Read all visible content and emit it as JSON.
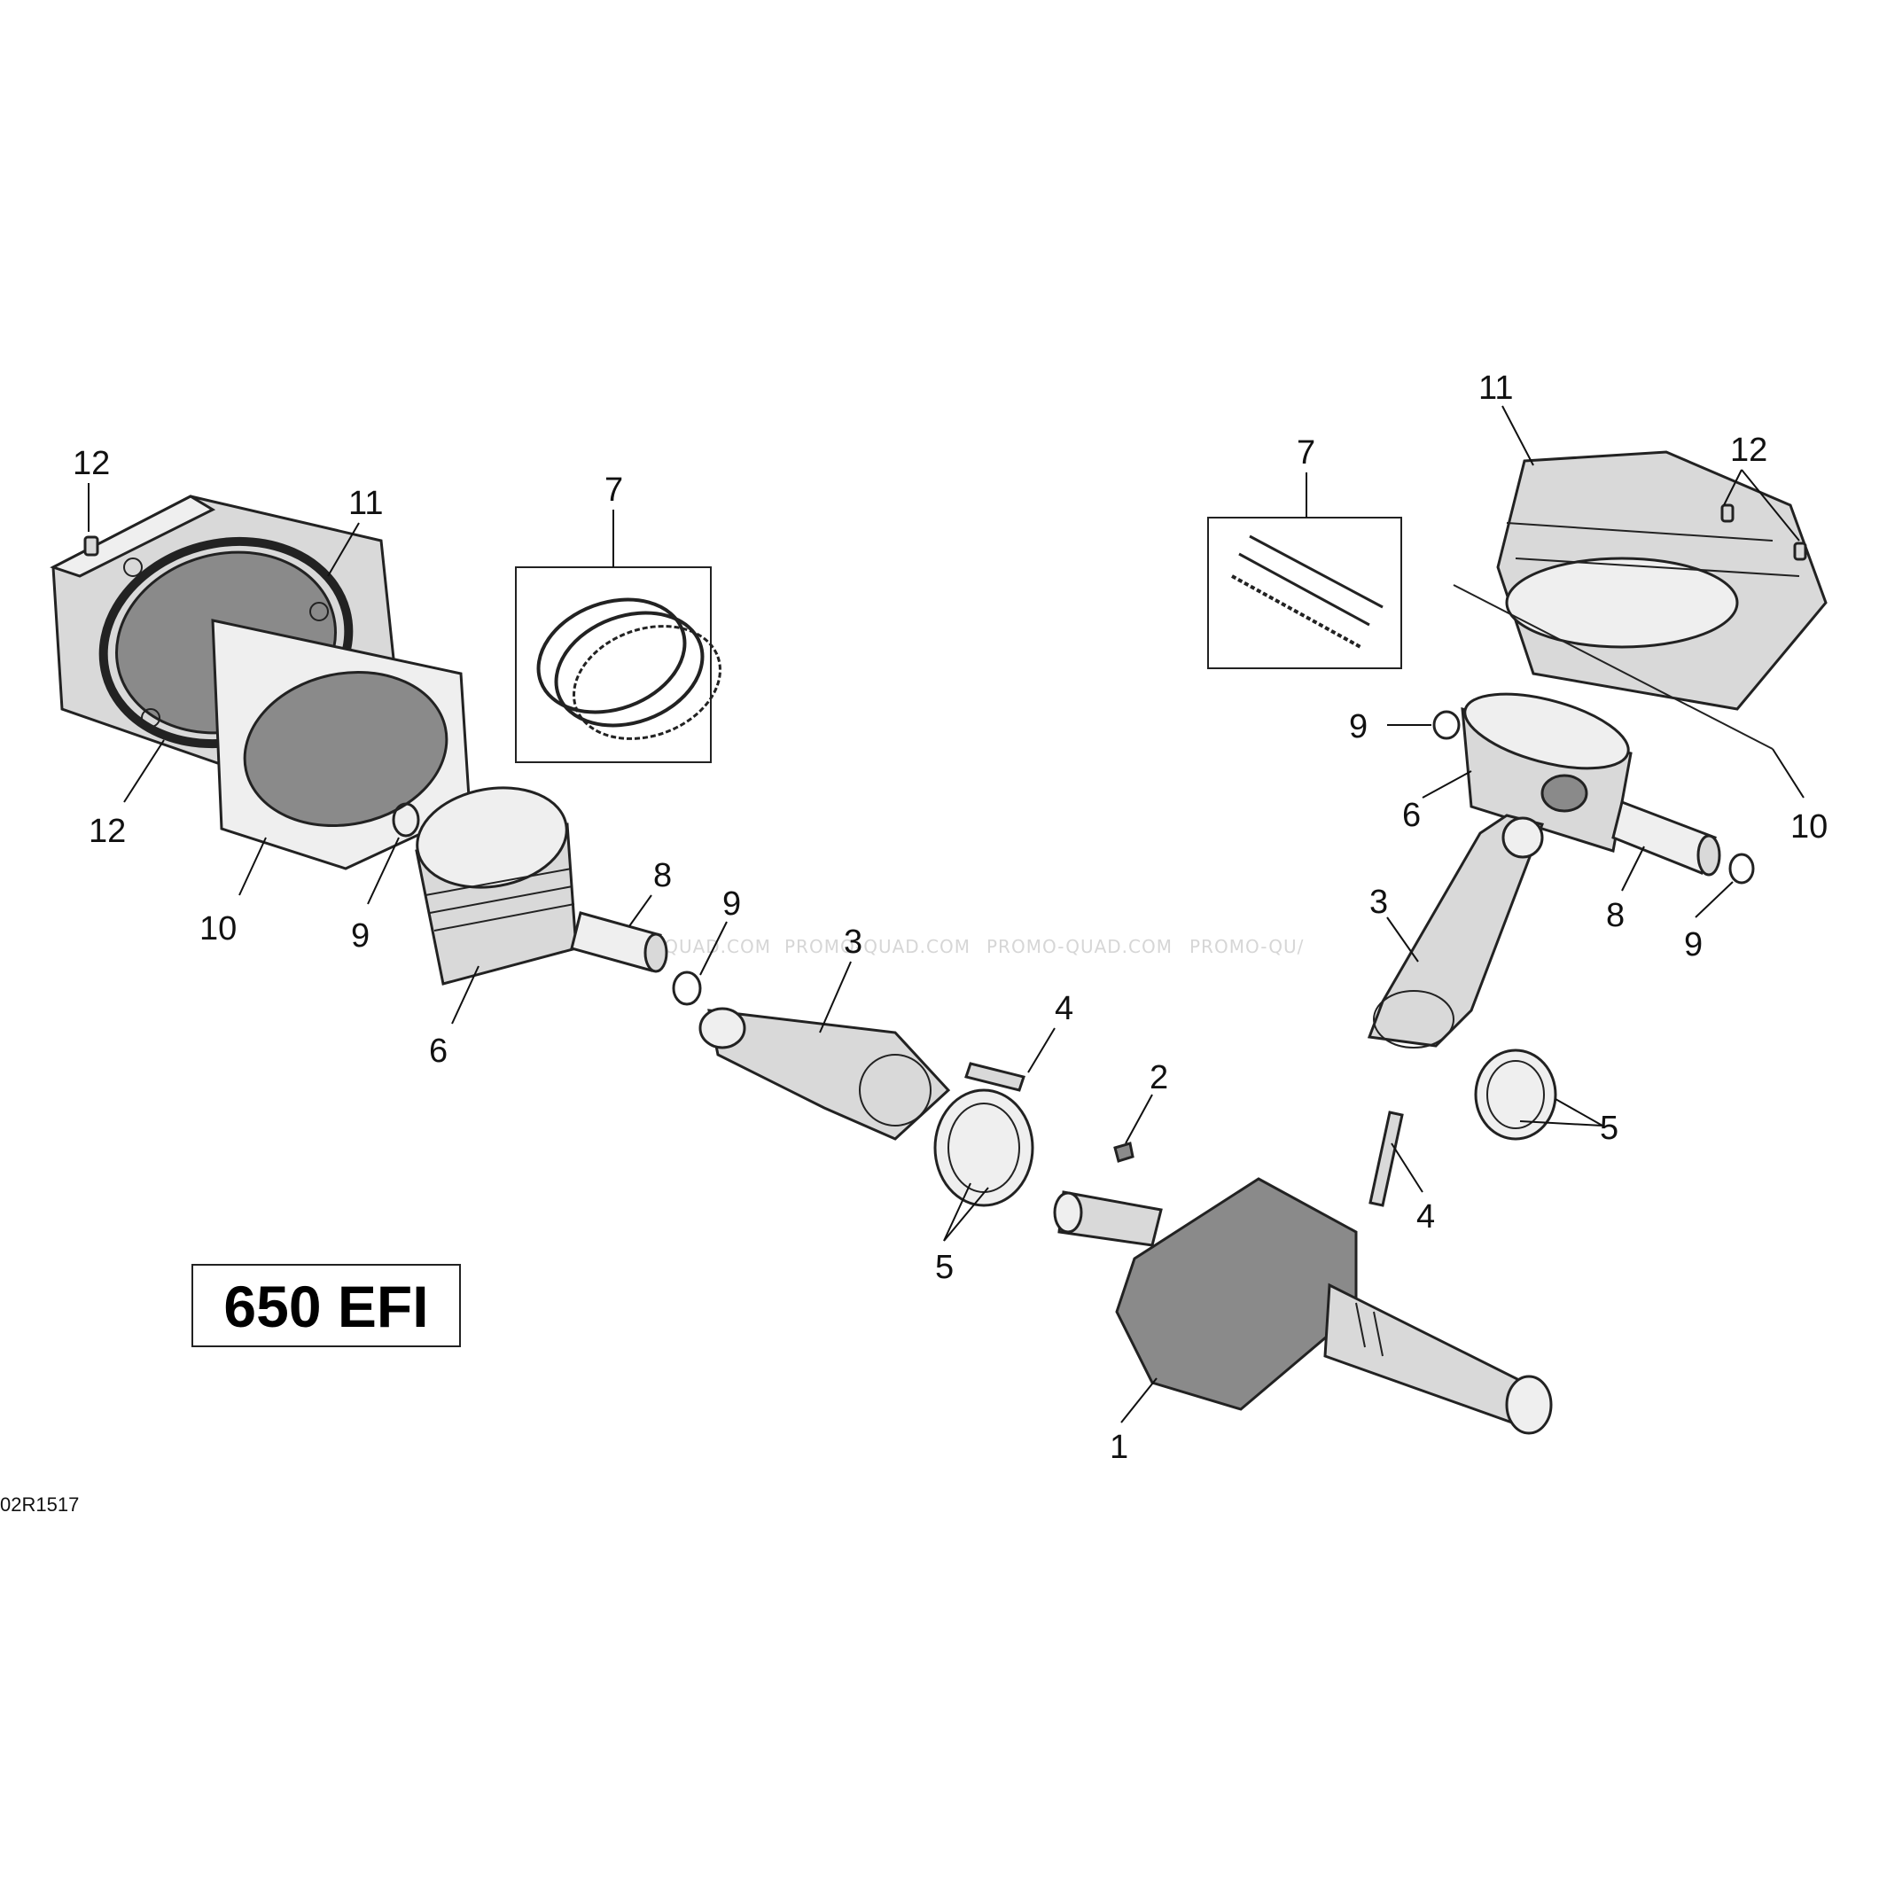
{
  "diagram": {
    "model_label": "650 EFI",
    "drawing_code": "02R1517",
    "watermark": "PROMO-QUAD.COM",
    "watermark_partial": "PROMO-QU/",
    "callouts": {
      "left_12_top": "12",
      "left_11": "11",
      "left_12_bottom": "12",
      "left_10": "10",
      "left_9": "9",
      "left_7": "7",
      "left_6": "6",
      "left_8": "8",
      "left_9b": "9",
      "center_3": "3",
      "center_4": "4",
      "center_5": "5",
      "center_2": "2",
      "center_1": "1",
      "right_11": "11",
      "right_12": "12",
      "right_7": "7",
      "right_9_top": "9",
      "right_6": "6",
      "right_10": "10",
      "right_3": "3",
      "right_8": "8",
      "right_9": "9",
      "right_5": "5",
      "right_4": "4"
    }
  }
}
